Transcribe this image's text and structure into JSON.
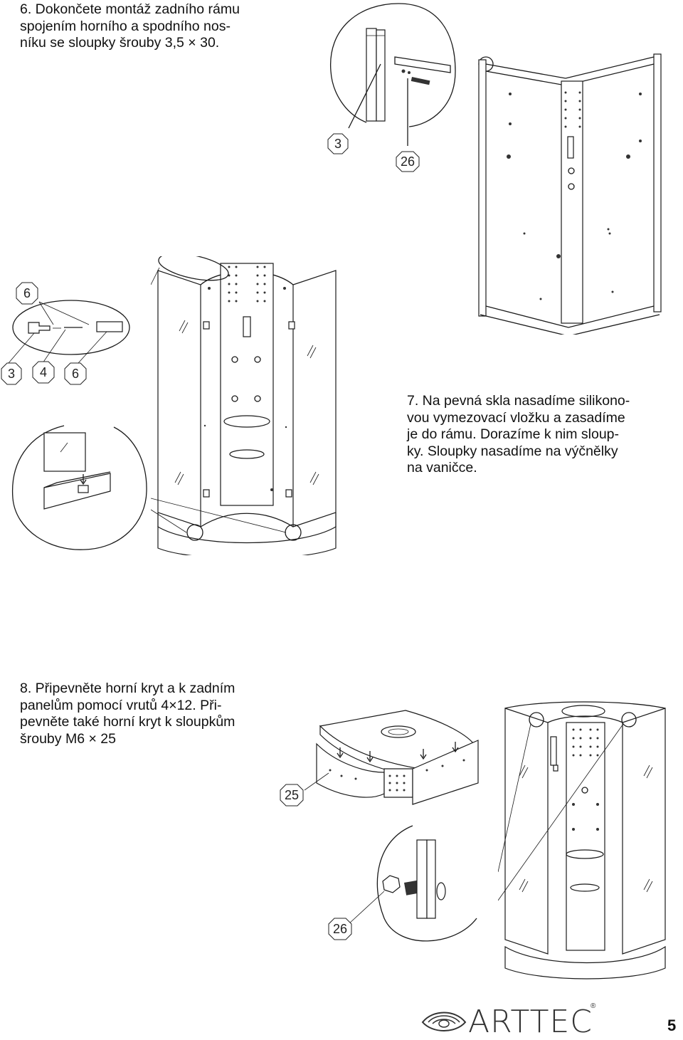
{
  "step6": {
    "lines": [
      "6. Dokončete montáž zadního rámu",
      "spojením horního a spodního nos-",
      "níku se sloupky šrouby 3,5 × 30."
    ]
  },
  "step7": {
    "lines": [
      "7. Na pevná skla nasadíme silikono-",
      "vou vymezovací vložku a zasadíme",
      "je do rámu. Dorazíme k nim sloup-",
      "ky. Sloupky nasadíme na výčnělky",
      "na vaničce."
    ]
  },
  "step8": {
    "lines": [
      "8. Připevněte horní kryt a k zadním",
      "panelům pomocí vrutů 4×12. Při-",
      "pevněte také horní kryt k sloupkům",
      "šrouby M6 × 25"
    ]
  },
  "callouts": {
    "fig6_a": "3",
    "fig6_b": "26",
    "fig7_top": "6",
    "fig7_a": "3",
    "fig7_b": "4",
    "fig7_c": "6",
    "fig8_a": "25",
    "fig8_b": "26"
  },
  "brand": {
    "name": "ARTTEC",
    "reg": "®"
  },
  "page_number": "5"
}
